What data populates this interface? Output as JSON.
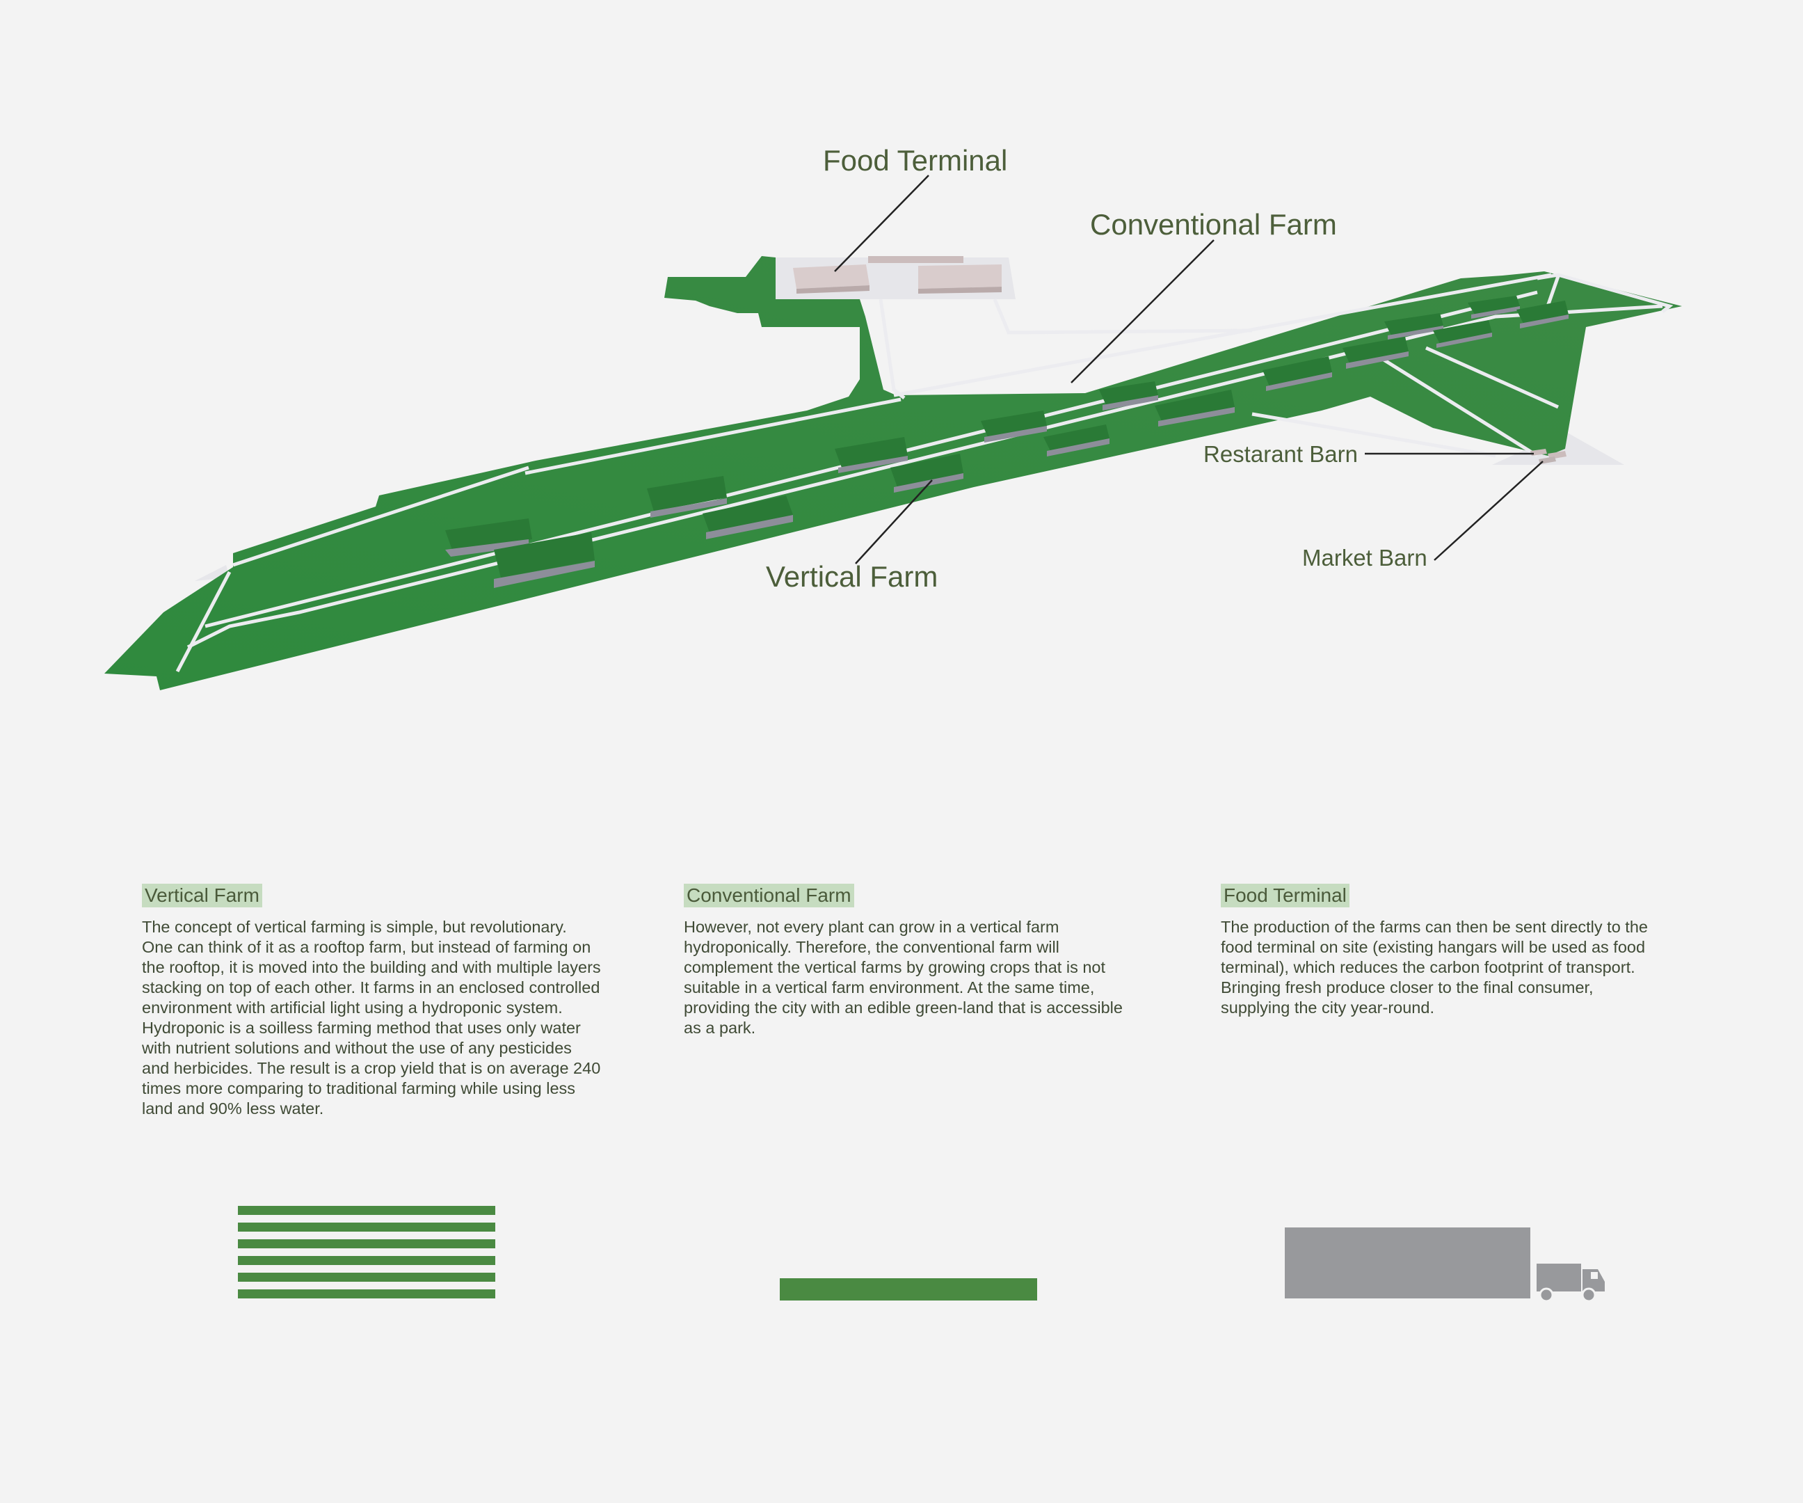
{
  "callouts": {
    "food_terminal": "Food Terminal",
    "conventional_farm": "Conventional Farm",
    "vertical_farm": "Vertical Farm",
    "restaurant_barn": "Restarant Barn",
    "market_barn": "Market Barn"
  },
  "columns": [
    {
      "title": "Vertical Farm",
      "body": "The concept of vertical farming is simple, but revolutionary. One can think of it as a rooftop farm, but instead of farming on the rooftop, it is moved into the building and with multiple layers stacking on top of each other. It farms in an enclosed controlled environment with artificial light using a hydroponic system. Hydroponic is a soilless farming method that uses only water with nutrient solutions and without the use of any pesticides and herbicides. The result is a crop yield that is on average 240 times more comparing to traditional farming while using less land and 90% less water."
    },
    {
      "title": "Conventional Farm",
      "body": "However, not every plant can grow in a vertical farm hydroponically. Therefore, the conventional farm will complement the vertical farms by growing crops that is not suitable in a vertical farm environment. At the same time, providing the city with an edible green-land that is accessible as a park."
    },
    {
      "title": "Food Terminal",
      "body": "The production of the farms can then be sent directly to the food terminal on site (existing hangars will be used as food terminal), which reduces the carbon footprint of transport. Bringing fresh produce closer to the final consumer, supplying the city year-round."
    }
  ],
  "icons": {
    "vertical_farm": "stacked-layers-icon",
    "conventional_farm": "single-layer-icon",
    "food_terminal": "hangar-and-truck-icon"
  },
  "colors": {
    "background": "#f3f3f3",
    "field_green": "#3a8a42",
    "field_dark": "#2d7a38",
    "path": "#e8e8ec",
    "hangar": "#d9cccc",
    "text": "#4a5a3a",
    "highlight": "#c6dcc0",
    "icon_green": "#4a8a42",
    "icon_grey": "#98999c"
  }
}
